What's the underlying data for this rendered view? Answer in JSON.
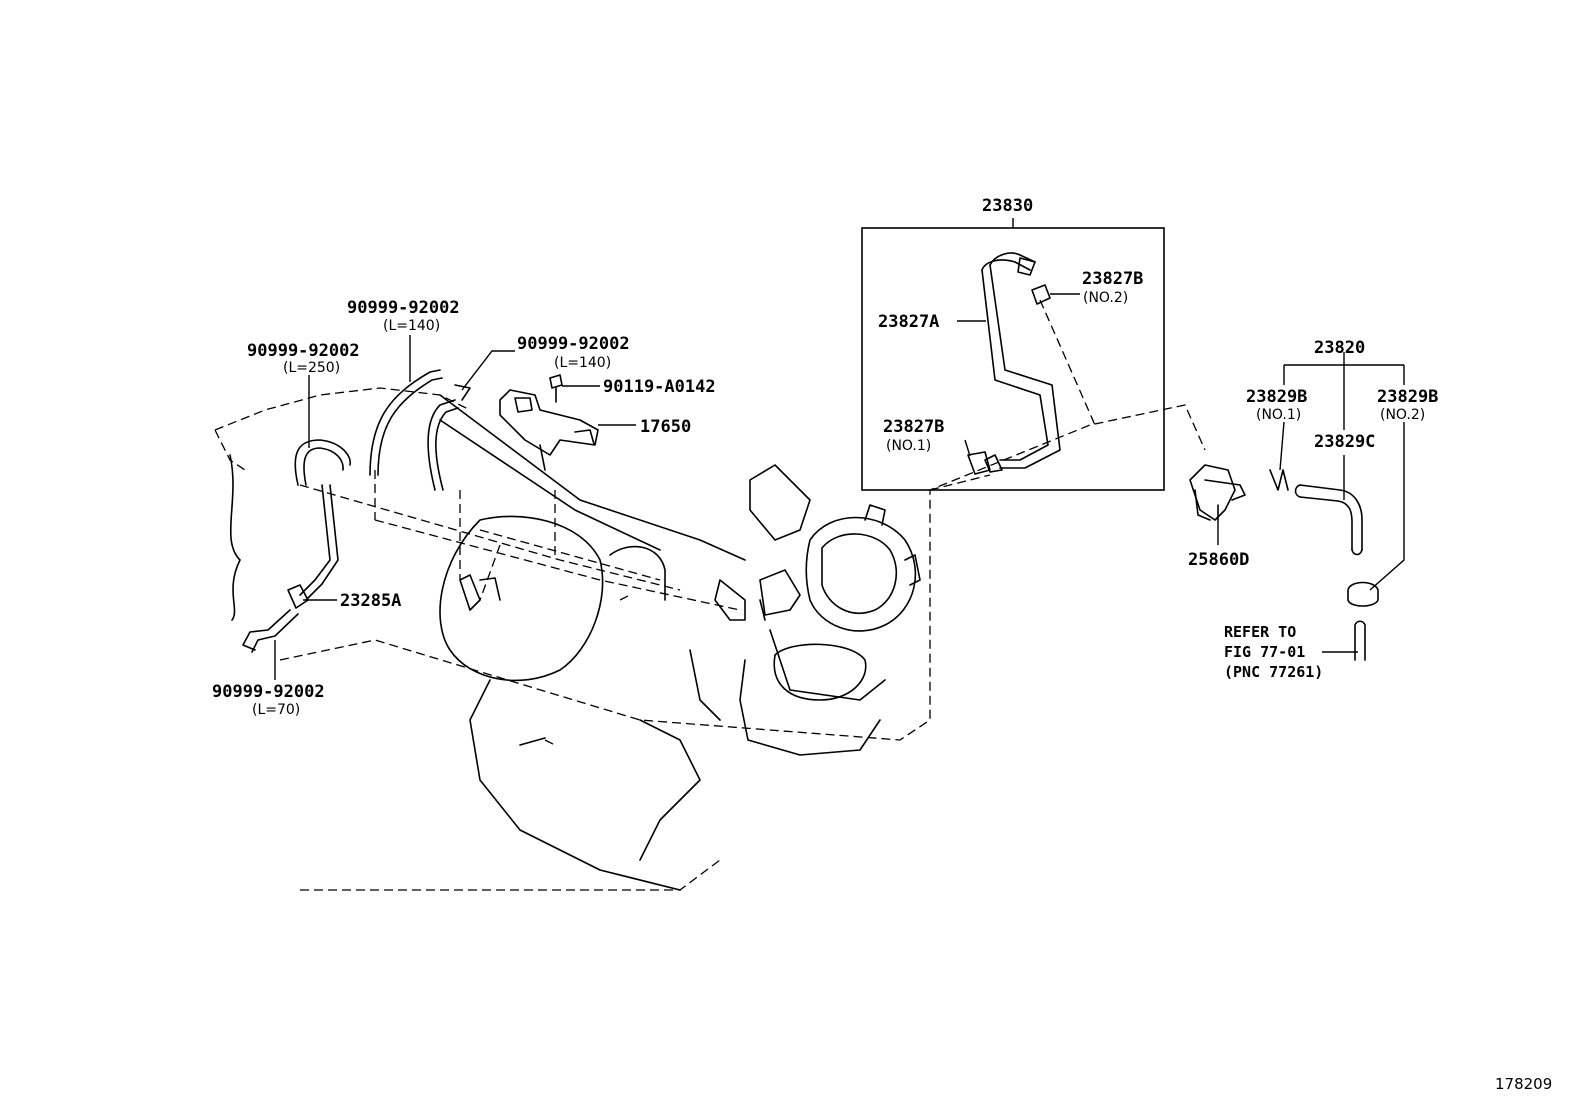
{
  "labels": {
    "p23830": "23830",
    "p23827b_no2": "23827B",
    "p23827b_no2_sub": "(NO.2)",
    "p23827a": "23827A",
    "p23827b_no1": "23827B",
    "p23827b_no1_sub": "(NO.1)",
    "p23820": "23820",
    "p23829b_no1": "23829B",
    "p23829b_no1_sub": "(NO.1)",
    "p23829b_no2": "23829B",
    "p23829b_no2_sub": "(NO.2)",
    "p23829c": "23829C",
    "p25860d": "25860D",
    "hose_140_a": "90999-92002",
    "hose_140_a_sub": "(L=140)",
    "hose_250": "90999-92002",
    "hose_250_sub": "(L=250)",
    "hose_140_b": "90999-92002",
    "hose_140_b_sub": "(L=140)",
    "bolt": "90119-A0142",
    "p17650": "17650",
    "p23285a": "23285A",
    "hose_70": "90999-92002",
    "hose_70_sub": "(L=70)",
    "refer_line1": "REFER TO",
    "refer_line2": "FIG 77-01",
    "refer_line3": "(PNC 77261)",
    "figure_number": "178209"
  }
}
